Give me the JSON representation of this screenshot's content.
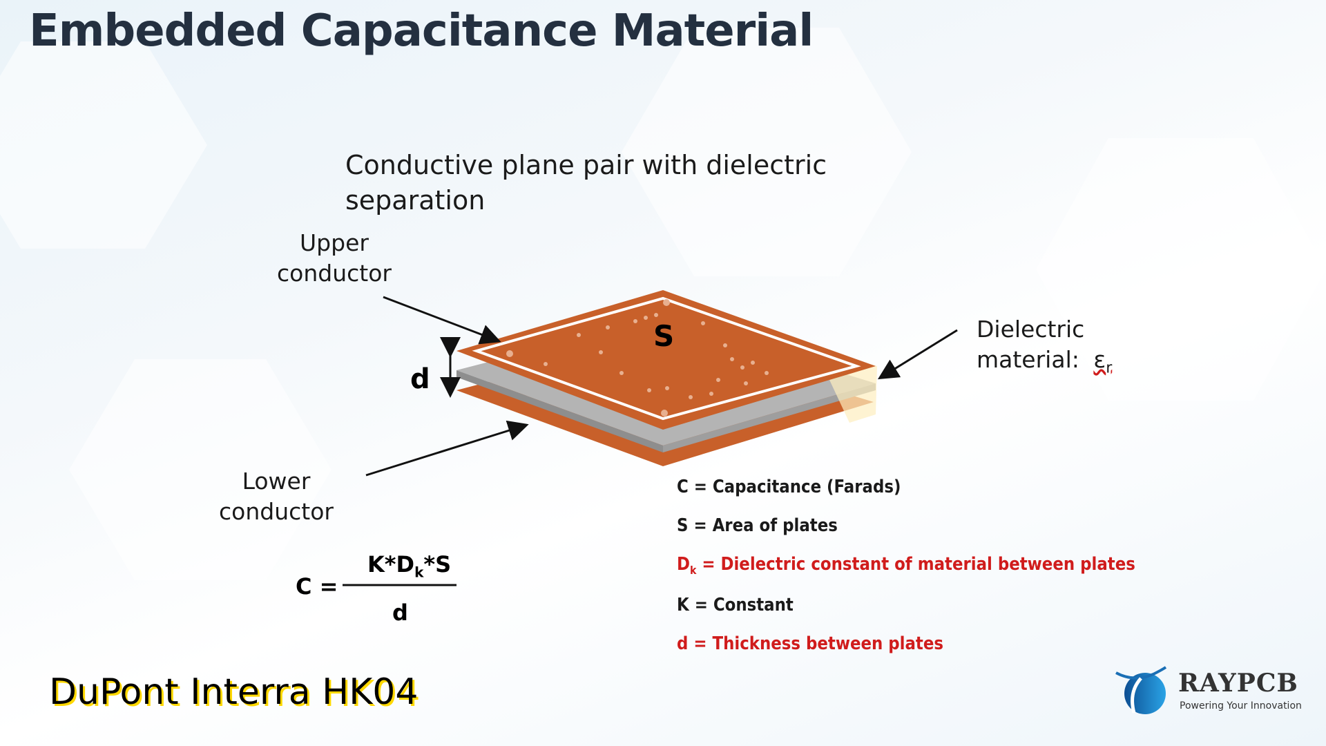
{
  "title": "Embedded Capacitance Material",
  "heading": "Conductive plane pair with dielectric separation",
  "labels": {
    "upper_1": "Upper",
    "upper_2": "conductor",
    "lower_1": "Lower",
    "lower_2": "conductor",
    "dielectric_1": "Dielectric",
    "dielectric_2": "material:",
    "epsilon": "ε",
    "epsilon_sub": "r",
    "d": "d",
    "s": "S"
  },
  "formula": {
    "lhs": "C =",
    "num_a": "K*D",
    "num_sub": "k",
    "num_b": "*S",
    "den": "d"
  },
  "legend": [
    {
      "text": "C = Capacitance (Farads)",
      "color": "#1a1a1a"
    },
    {
      "text": "S = Area of plates",
      "color": "#1a1a1a"
    },
    {
      "pre": "D",
      "sub": "k",
      "text": " = Dielectric constant of material between plates",
      "color": "#d01c1c"
    },
    {
      "text": "K = Constant",
      "color": "#1a1a1a"
    },
    {
      "text": "d = Thickness between plates",
      "color": "#d01c1c"
    }
  ],
  "footer": "DuPont Interra HK04",
  "logo": {
    "name": "RAYPCB",
    "tagline": "Powering Your Innovation"
  },
  "colors": {
    "copper": "#c8602a",
    "dielectric": "#b4b4b4",
    "red": "#d01c1c"
  }
}
